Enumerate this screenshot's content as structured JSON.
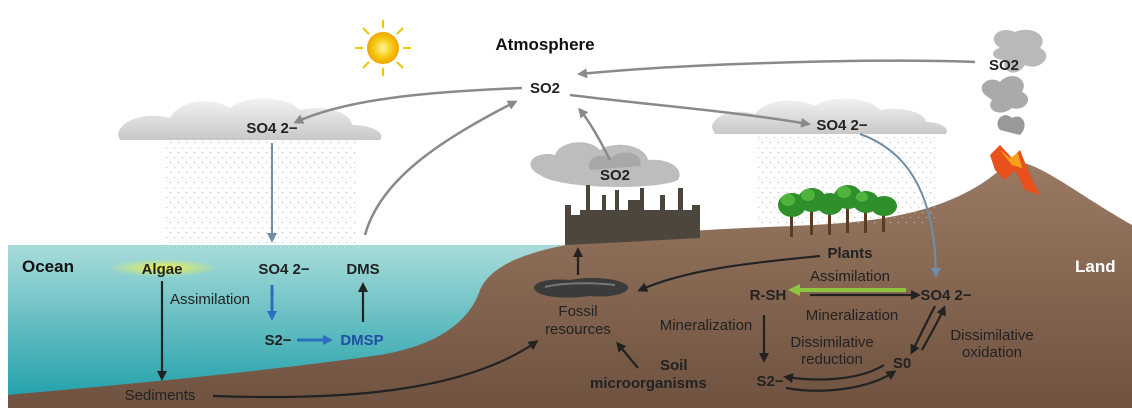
{
  "title": "Atmosphere",
  "regions": {
    "ocean": "Ocean",
    "land": "Land"
  },
  "atmosphere": {
    "so2_center": "SO2",
    "so4_left_cloud": "SO4 2−",
    "so4_right_cloud": "SO4 2−",
    "so2_factory": "SO2",
    "so2_volcano": "SO2"
  },
  "ocean": {
    "algae": "Algae",
    "so4": "SO4 2−",
    "dms": "DMS",
    "assimilation": "Assimilation",
    "s2": "S2−",
    "dmsp": "DMSP",
    "sediments": "Sediments"
  },
  "land": {
    "fossil_line1": "Fossil",
    "fossil_line2": "resources",
    "soil_line1": "Soil",
    "soil_line2": "microorganisms",
    "plants": "Plants",
    "assimilation": "Assimilation",
    "rsh": "R-SH",
    "so4": "SO4 2−",
    "mineralization_right": "Mineralization",
    "mineralization_left": "Mineralization",
    "dissimilative_reduction_1": "Dissimilative",
    "dissimilative_reduction_2": "reduction",
    "dissimilative_oxidation_1": "Dissimilative",
    "dissimilative_oxidation_2": "oxidation",
    "s0": "S0",
    "s2": "S2−"
  },
  "colors": {
    "ocean_top": "#9ed6d4",
    "ocean_bottom": "#2aa6b0",
    "land": "#8a6a55",
    "arrow_gray": "#8a8a8a",
    "arrow_blue": "#2a6fc0",
    "arrow_green": "#8cc63f",
    "arrow_black": "#222222",
    "sun": "#f6c90e",
    "algae_glow": "#d8e23a",
    "lava": "#e8501c"
  }
}
